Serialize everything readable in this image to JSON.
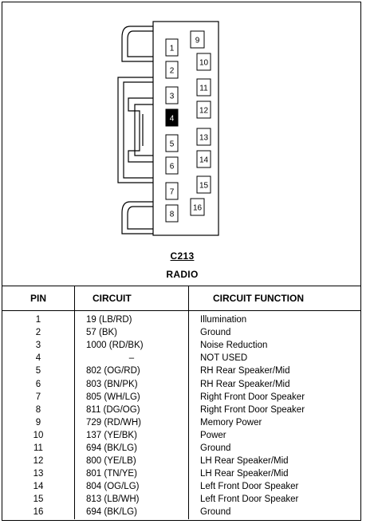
{
  "connector": {
    "code": "C213",
    "name": "RADIO",
    "highlight_pin": "4",
    "pins_left": [
      "1",
      "2",
      "3",
      "4",
      "5",
      "6",
      "7",
      "8"
    ],
    "pins_right": [
      "9",
      "10",
      "11",
      "12",
      "13",
      "14",
      "15",
      "16"
    ]
  },
  "table": {
    "headers": {
      "pin": "PIN",
      "circuit": "CIRCUIT",
      "function": "CIRCUIT FUNCTION"
    },
    "rows": [
      {
        "pin": "1",
        "circuit": "19 (LB/RD)",
        "function": "Illumination"
      },
      {
        "pin": "2",
        "circuit": "57 (BK)",
        "function": "Ground"
      },
      {
        "pin": "3",
        "circuit": "1000 (RD/BK)",
        "function": "Noise Reduction"
      },
      {
        "pin": "4",
        "circuit": "–",
        "function": "NOT USED"
      },
      {
        "pin": "5",
        "circuit": "802 (OG/RD)",
        "function": "RH Rear Speaker/Mid"
      },
      {
        "pin": "6",
        "circuit": "803 (BN/PK)",
        "function": "RH Rear Speaker/Mid"
      },
      {
        "pin": "7",
        "circuit": "805 (WH/LG)",
        "function": "Right Front Door Speaker"
      },
      {
        "pin": "8",
        "circuit": "811 (DG/OG)",
        "function": "Right Front Door Speaker"
      },
      {
        "pin": "9",
        "circuit": "729 (RD/WH)",
        "function": "Memory Power"
      },
      {
        "pin": "10",
        "circuit": "137 (YE/BK)",
        "function": "Power"
      },
      {
        "pin": "11",
        "circuit": "694 (BK/LG)",
        "function": "Ground"
      },
      {
        "pin": "12",
        "circuit": "800 (YE/LB)",
        "function": "LH Rear Speaker/Mid"
      },
      {
        "pin": "13",
        "circuit": "801 (TN/YE)",
        "function": "LH Rear Speaker/Mid"
      },
      {
        "pin": "14",
        "circuit": "804 (OG/LG)",
        "function": "Left Front Door Speaker"
      },
      {
        "pin": "15",
        "circuit": "813 (LB/WH)",
        "function": "Left Front Door Speaker"
      },
      {
        "pin": "16",
        "circuit": "694 (BK/LG)",
        "function": "Ground"
      }
    ]
  }
}
